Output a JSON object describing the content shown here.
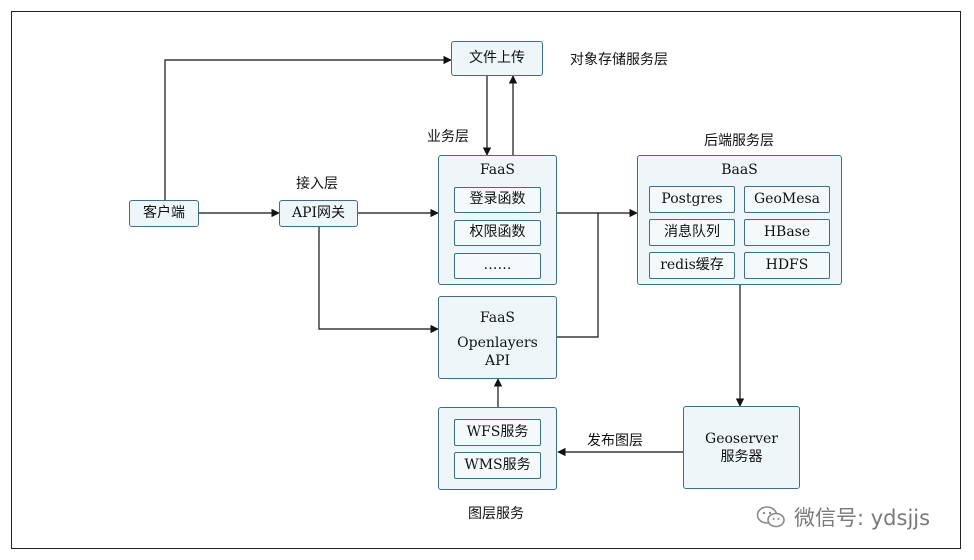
{
  "client": {
    "label": "客户端"
  },
  "access_layer": {
    "title": "接入层",
    "gateway": "API网关"
  },
  "upload": {
    "label": "文件上传",
    "storage_title": "对象存储服务层"
  },
  "business_layer": {
    "title": "业务层"
  },
  "faas_auth": {
    "title": "FaaS",
    "items": [
      "登录函数",
      "权限函数",
      "……"
    ]
  },
  "faas_ol": {
    "title": "FaaS",
    "line1": "Openlayers",
    "line2": "API"
  },
  "backend": {
    "title": "后端服务层",
    "baas_title": "BaaS",
    "items": [
      "Postgres",
      "GeoMesa",
      "消息队列",
      "HBase",
      "redis缓存",
      "HDFS"
    ]
  },
  "geoserver": {
    "line1": "Geoserver",
    "line2": "服务器"
  },
  "publish": {
    "label": "发布图层"
  },
  "layer_service": {
    "title": "图层服务",
    "items": [
      "WFS服务",
      "WMS服务"
    ]
  },
  "watermark": {
    "text": "微信号: ydsjjs"
  },
  "colors": {
    "box_fill": "#eef6fa",
    "box_border": "#3f6f86",
    "line": "#111111",
    "watermark": "#7a7a7a"
  }
}
